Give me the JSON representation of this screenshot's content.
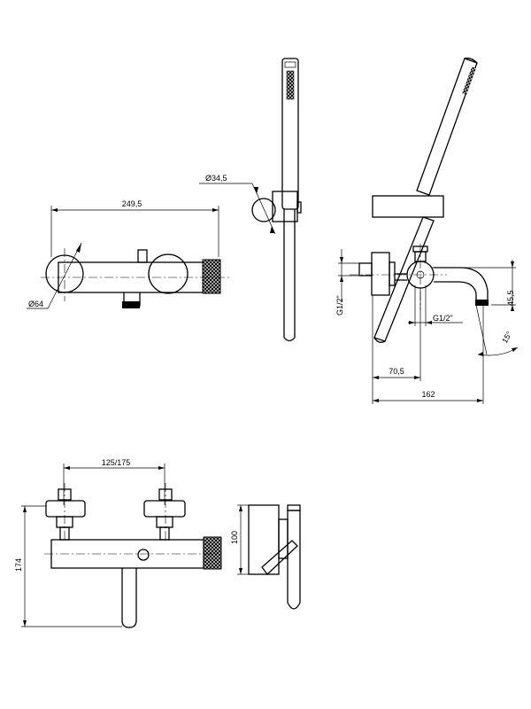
{
  "dimensions": {
    "width_total": "249,5",
    "diameter_body": "Ø64",
    "diameter_holder": "Ø34,5",
    "thread_inlet": "G1/2\"",
    "thread_outlet": "G1/2\"",
    "spout_height": "45,5",
    "angle": "15°",
    "offset_spout": "70,5",
    "projection_total": "162",
    "centers": "125/175",
    "height_total": "174",
    "wall_plate": "100"
  },
  "colors": {
    "line": "#000000",
    "background": "#ffffff"
  }
}
